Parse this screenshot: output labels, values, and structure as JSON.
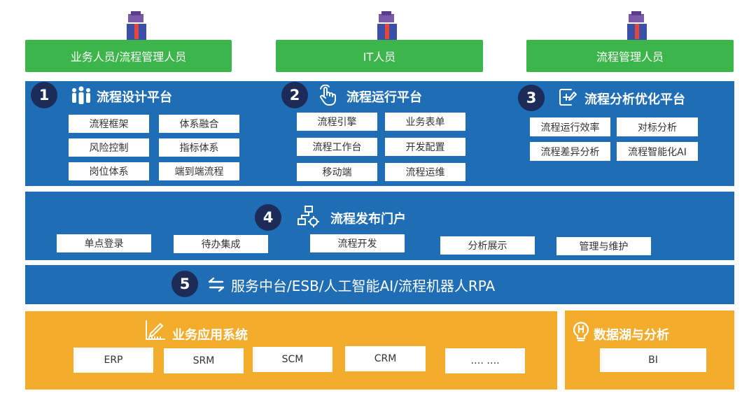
{
  "roles": [
    "业务人员/流程管理人员",
    "IT人员",
    "流程管理人员"
  ],
  "platforms": [
    {
      "num": "1",
      "title": "流程设计平台",
      "icon": "people-icon",
      "items": [
        "流程框架",
        "体系融合",
        "风险控制",
        "指标体系",
        "岗位体系",
        "端到端流程"
      ]
    },
    {
      "num": "2",
      "title": "流程运行平台",
      "icon": "hand-pointer-icon",
      "items": [
        "流程引擎",
        "业务表单",
        "流程工作台",
        "开发配置",
        "移动端",
        "流程运维"
      ]
    },
    {
      "num": "3",
      "title": "流程分析优化平台",
      "icon": "edit-plus-icon",
      "items": [
        "流程运行效率",
        "对标分析",
        "流程差异分析",
        "流程智能化AI"
      ]
    }
  ],
  "portal": {
    "num": "4",
    "title": "流程发布门户",
    "icon": "flowchart-gear-icon",
    "items": [
      "单点登录",
      "待办集成",
      "流程开发",
      "分析展示",
      "管理与维护"
    ]
  },
  "middleware": {
    "num": "5",
    "text": "服务中台/ESB/人工智能AI/流程机器人RPA",
    "icon": "exchange-arrows-icon"
  },
  "apps": {
    "title": "业务应用系统",
    "icon": "ruler-pen-icon",
    "items": [
      "ERP",
      "SRM",
      "SCM",
      "CRM",
      "…. …."
    ]
  },
  "datalake": {
    "title": "数据湖与分析",
    "icon": "lightbulb-h-icon",
    "items": [
      "BI"
    ]
  },
  "colors": {
    "green": "#3cb54a",
    "blue": "#1f6db5",
    "navy": "#1c2b57",
    "orange": "#f4ac2c"
  }
}
